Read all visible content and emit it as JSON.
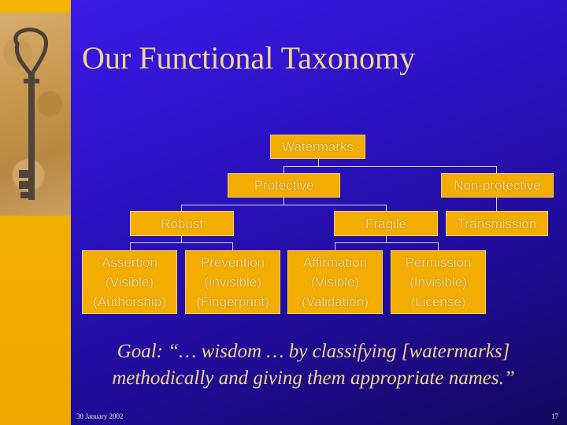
{
  "slide": {
    "title": "Our Functional Taxonomy",
    "goal_line1": "Goal: “… wisdom … by classifying [watermarks]",
    "goal_line2": "methodically and giving them appropriate names.”",
    "footer_date": "30 January 2002",
    "footer_page": "17"
  },
  "taxonomy": {
    "root": "Watermarks",
    "protective": "Protective",
    "non_protective": "Non-protective",
    "robust": "Robust",
    "fragile": "Fragile",
    "transmission": "Transmission",
    "assertion": [
      "Assertion",
      "(Visible)",
      "(Authorship)"
    ],
    "prevention": [
      "Prevention",
      "(Invisible)",
      "(Fingerprint)"
    ],
    "affirmation": [
      "Affirmation",
      "(Visible)",
      "(Validation)"
    ],
    "permission": [
      "Permission",
      "(Invisible)",
      "(License)"
    ]
  },
  "colors": {
    "background": "#2c12c4",
    "node_fill": "#f2ad00",
    "text": "#f3d68a",
    "connector": "#d9d9ef"
  },
  "icons": [
    "antique-key-image"
  ]
}
